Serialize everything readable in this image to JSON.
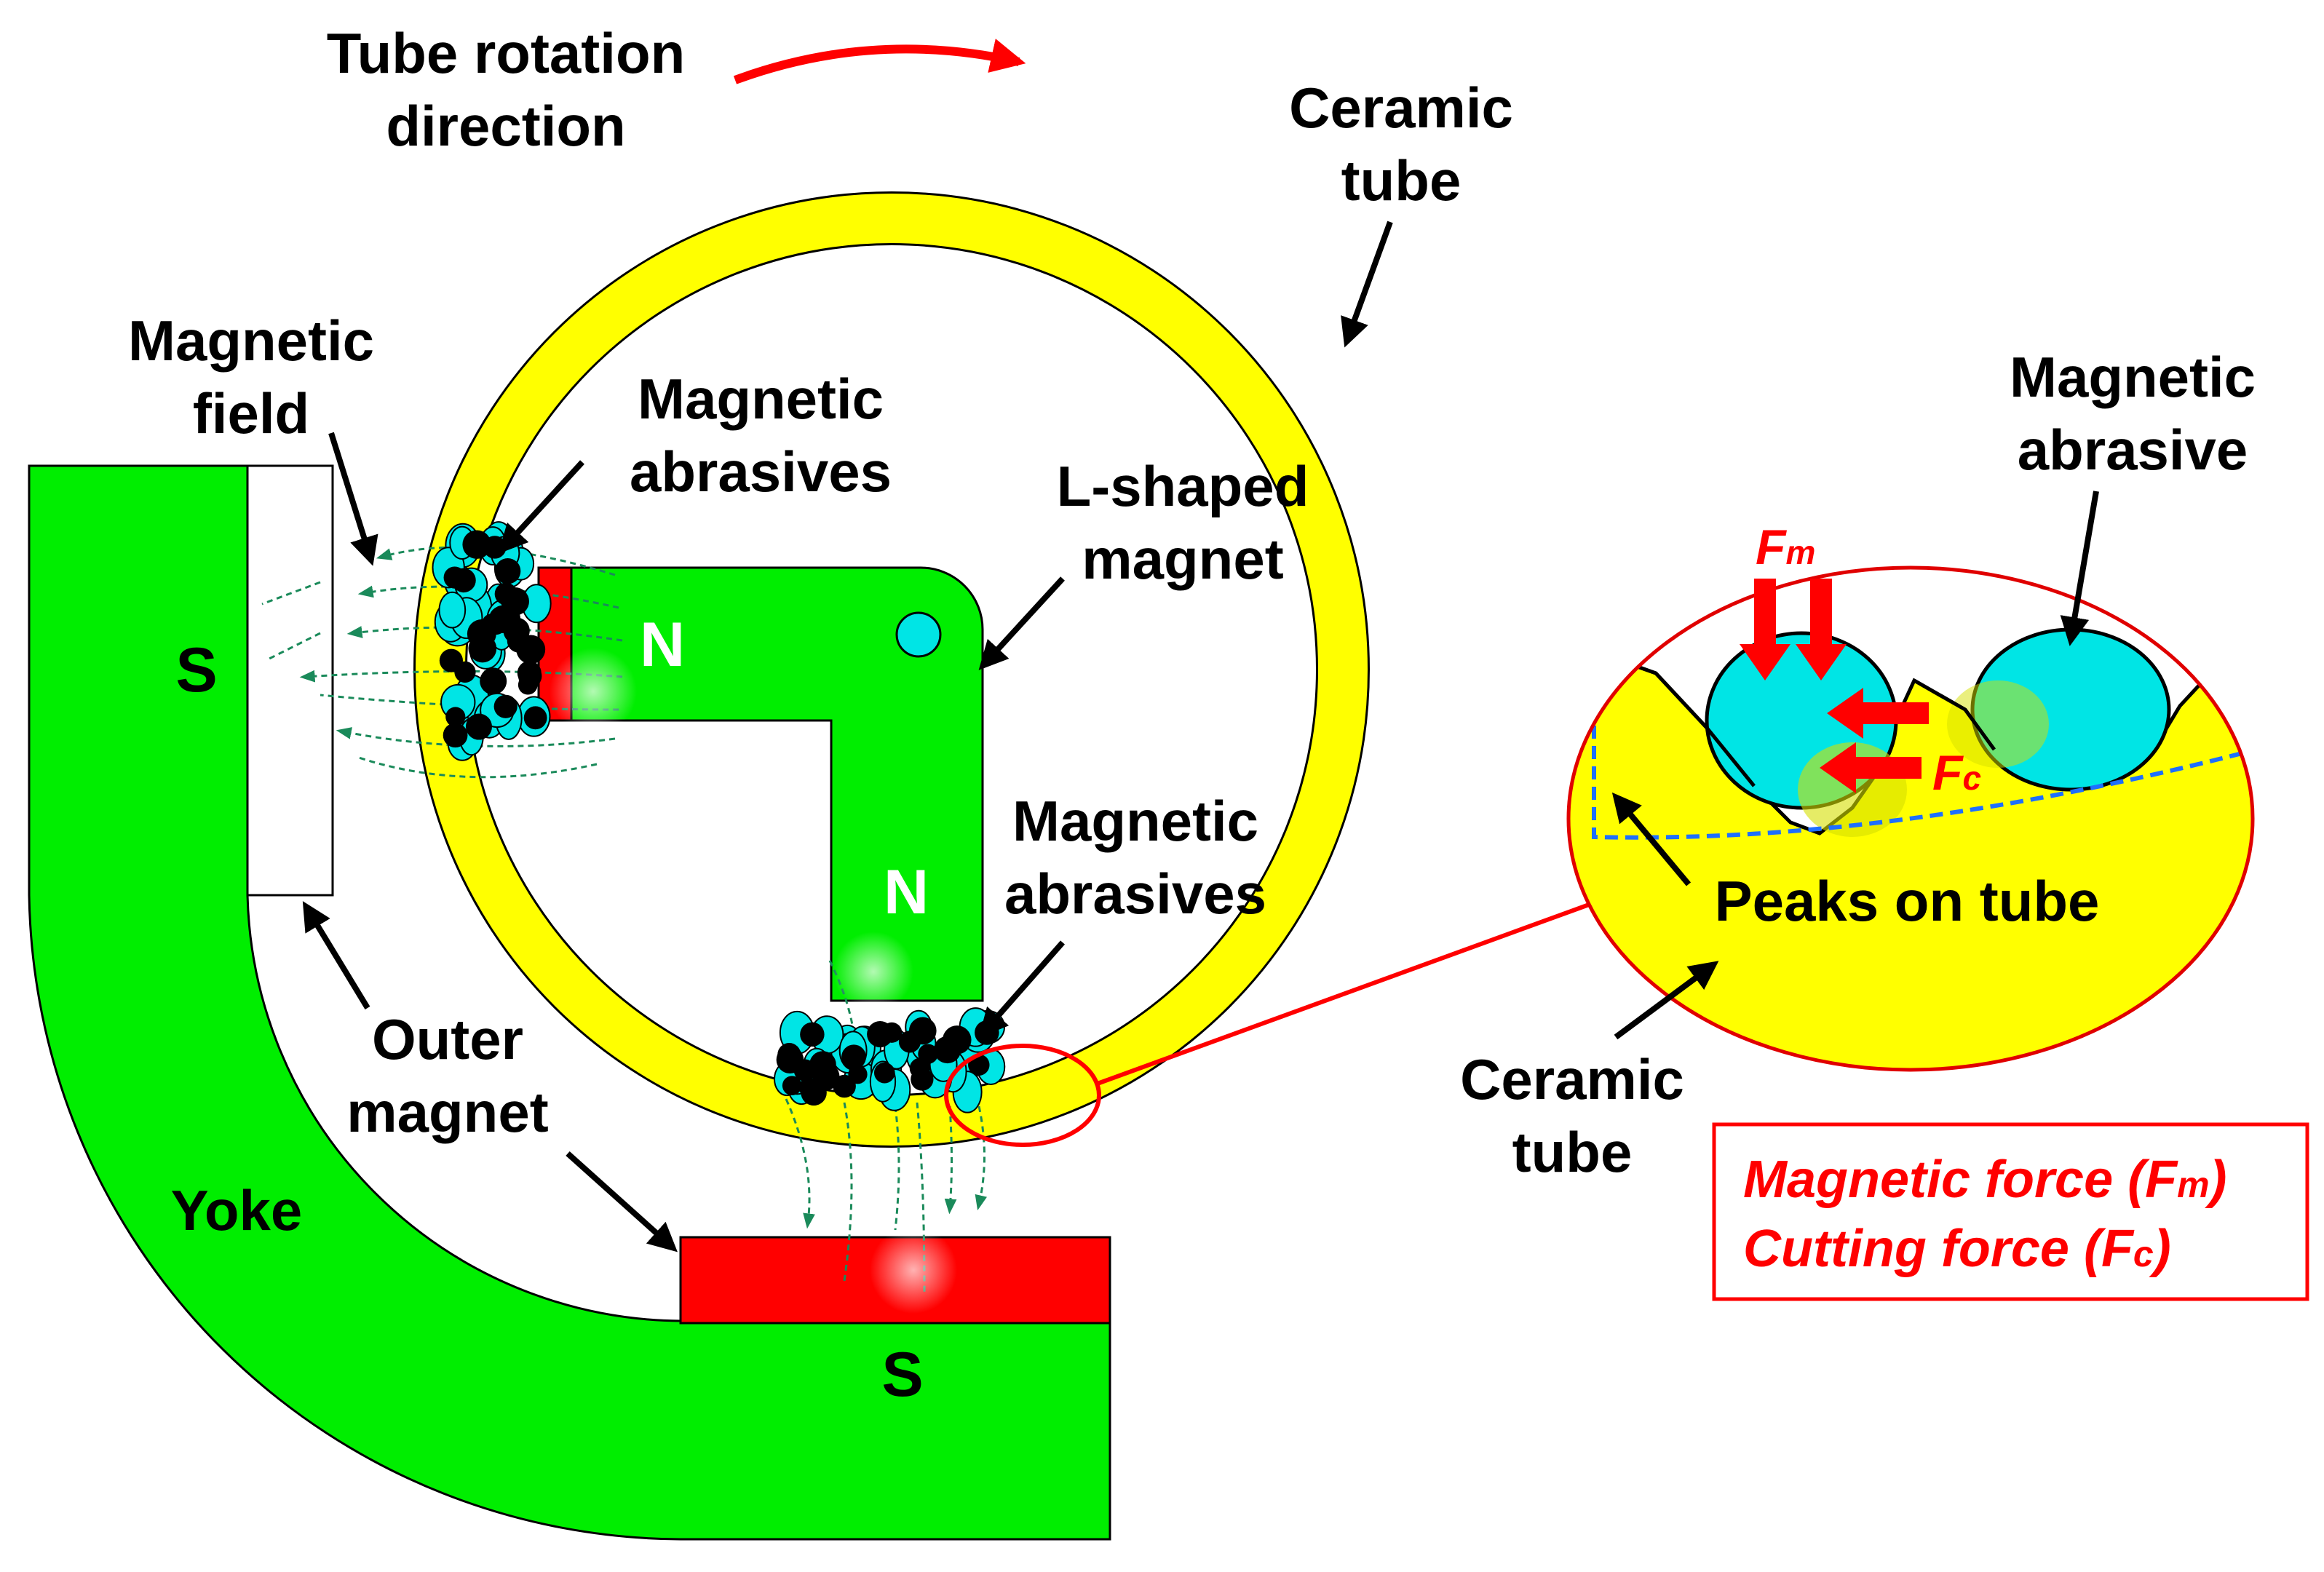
{
  "colors": {
    "yellow": "#ffff00",
    "green": "#00ee00",
    "red": "#ff0000",
    "cyan": "#00e5e5",
    "black": "#000000",
    "field": "#1a8a5a",
    "dashed_box": "#1e6fff",
    "legend_border": "#ff0000"
  },
  "labels": {
    "tube_rotation": [
      "Tube rotation",
      "direction"
    ],
    "ceramic_tube_top": [
      "Ceramic",
      "tube"
    ],
    "magnetic_field": [
      "Magnetic",
      "field"
    ],
    "magnetic_abrasives_top": [
      "Magnetic",
      "abrasives"
    ],
    "l_shaped_magnet": [
      "L-shaped",
      "magnet"
    ],
    "magnetic_abrasives_bottom": [
      "Magnetic",
      "abrasives"
    ],
    "outer_magnet": [
      "Outer",
      "magnet"
    ],
    "yoke": "Yoke",
    "magnetic_abrasive_zoom": [
      "Magnetic",
      "abrasive"
    ],
    "peaks_on_tube": "Peaks on tube",
    "ceramic_tube_zoom": [
      "Ceramic",
      "tube"
    ]
  },
  "poles": {
    "yoke_left": "S",
    "yoke_bottom": "S",
    "l_magnet_top": "N",
    "l_magnet_vertical": "N"
  },
  "forces": {
    "fm": {
      "main": "F",
      "sub": "m"
    },
    "fc": {
      "main": "F",
      "sub": "c"
    }
  },
  "legend": {
    "line1": {
      "text": "Magnetic force (F",
      "sub": "m",
      "end": ")"
    },
    "line2": {
      "text": "Cutting force (F",
      "sub": "c",
      "end": ")"
    }
  }
}
